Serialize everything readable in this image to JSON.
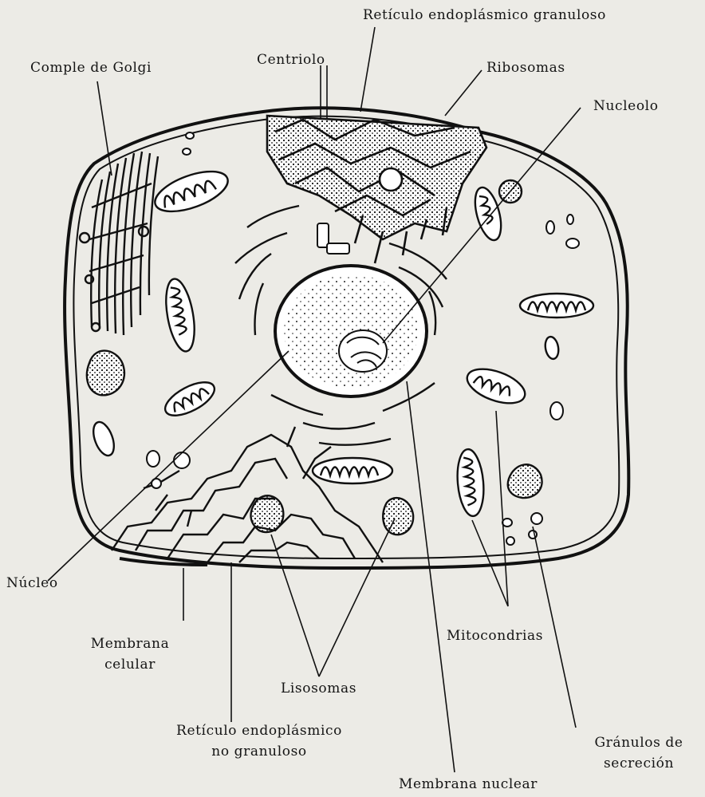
{
  "labels": {
    "reticulo_granuloso": "Retículo endoplásmico granuloso",
    "complejo_golgi": "Comple de Golgi",
    "centriolo": "Centriolo",
    "ribosomas": "Ribosomas",
    "nucleolo": "Nucleolo",
    "nucleo": "Núcleo",
    "membrana_celular": [
      "Membrana",
      "celular"
    ],
    "reticulo_no_granuloso": [
      "Retículo endoplásmico",
      "no granuloso"
    ],
    "lisosomas": "Lisosomas",
    "mitocondrias": "Mitocondrias",
    "granulos_secrecion": [
      "Gránulos de",
      "secreción"
    ],
    "membrana_nuclear": "Membrana nuclear"
  }
}
